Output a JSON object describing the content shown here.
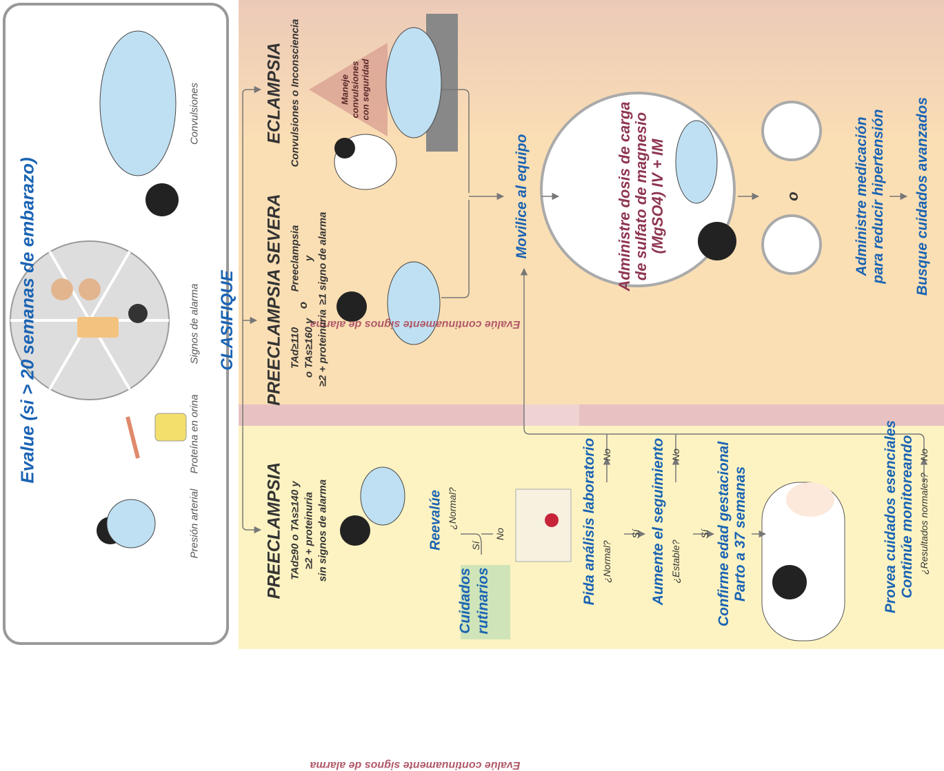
{
  "header": {
    "title": "Evalue (si > 20 semanas de embarazo)",
    "items": [
      {
        "label": "Presión arterial"
      },
      {
        "label": "Proteína en orina"
      },
      {
        "label": "Signos de alarma"
      },
      {
        "label": "Convulsiones"
      }
    ]
  },
  "classify": {
    "label": "CLASIFIQUE"
  },
  "categories": {
    "preeclampsia": {
      "title": "PREECLAMPSIA",
      "line1": "TAd≥90 o TAs≥140 y",
      "line2": "≥2 + proteinuria",
      "line3": "sin signos de alarma"
    },
    "severe": {
      "title": "PREECLAMPSIA SEVERA",
      "left1": "TAd≥110",
      "left2": "o TAs≥160 y",
      "left3": "≥2 + proteinuria",
      "or": "o",
      "right1": "Preeclampsia",
      "right2": "y",
      "right3": "≥1 signo de alarma"
    },
    "eclampsia": {
      "title": "ECLAMPSIA",
      "subtitle": "Convulsiones o Inconsciencia",
      "triangle": "Maneje convulsiones con seguridad"
    }
  },
  "banner": {
    "text": "Evalúe continuamente signos de alarma"
  },
  "left_flow": {
    "reevaluate": "Reevalúe",
    "normal_q": "¿Normal?",
    "yes": "Sí",
    "no": "No",
    "routine": "Cuidados rutinarios",
    "lab": "Pida análisis laboratorio",
    "lab_q": "¿Normal?",
    "increase": "Aumente el seguimiento",
    "stable_q": "¿Estable?",
    "confirm1": "Confirme edad gestacional",
    "confirm2": "Parto a 37 semanas",
    "provide1": "Provea cuidados esenciales",
    "provide2": "Continúe monitoreando",
    "results_q": "¿Resultados normales?"
  },
  "right_flow": {
    "mobilize": "Movilice al equipo",
    "mgso4_1": "Administre dosis de carga",
    "mgso4_2": "de sulfato de magnesio",
    "mgso4_3": "(MgSO4) IV + IM",
    "or": "o",
    "hyper1": "Administre medicación",
    "hyper2": "para reducir hipertensión",
    "advanced": "Busque cuidados avanzados"
  },
  "colors": {
    "yellow_zone": "#fdf3c2",
    "orange_zone": "#fbdfb4",
    "pink_zone": "#eccab8",
    "blue_text": "#1a63b3",
    "maroon_text": "#8e3550",
    "banner": "#e8c2c2"
  }
}
